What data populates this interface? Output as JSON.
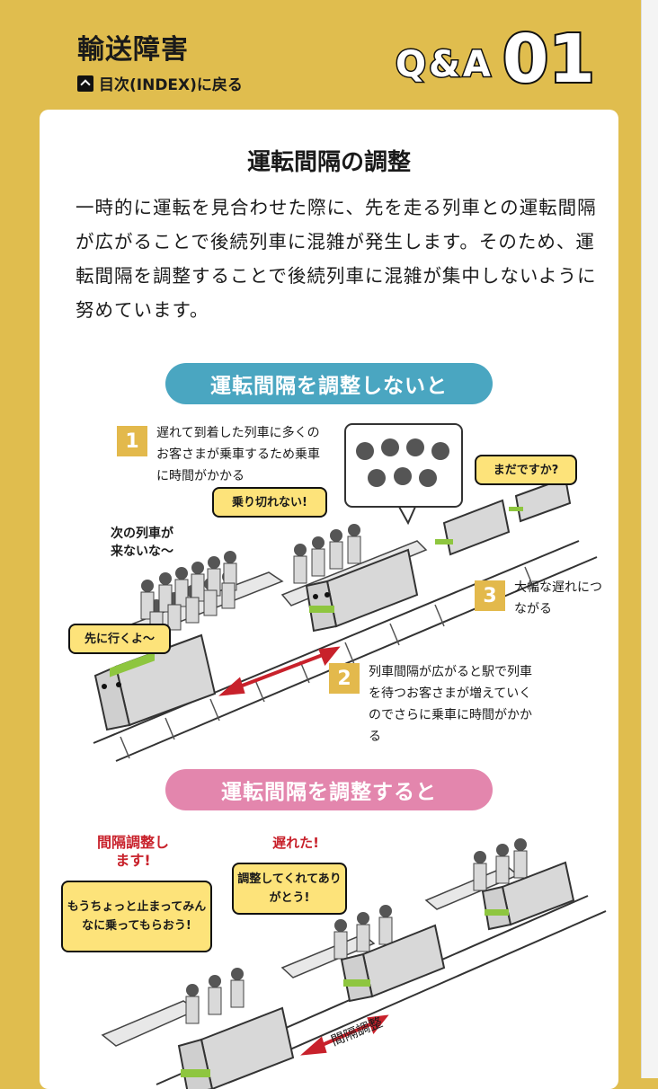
{
  "header": {
    "title": "輸送障害",
    "back_link": "目次(INDEX)に戻る",
    "qa_label": "Q&A",
    "qa_number": "01"
  },
  "section": {
    "title": "運転間隔の調整",
    "lead": "一時的に運転を見合わせた際に、先を走る列車との運転間隔が広がることで後続列車に混雑が発生します。そのため、運転間隔を調整することで後続列車に混雑が集中しないように努めています。"
  },
  "without": {
    "heading": "運転間隔を調整しないと",
    "steps": [
      {
        "num": "1",
        "text": "遅れて到着した列車に多くのお客さまが乗車するため乗車に時間がかかる"
      },
      {
        "num": "2",
        "text": "列車間隔が広がると駅で列車を待つお客さまが増えていくのでさらに乗車に時間がかかる"
      },
      {
        "num": "3",
        "text": "大幅な遅れにつながる"
      }
    ],
    "bubbles": {
      "cant_board": "乗り切れない!",
      "next_train": "次の列車が来ないな〜",
      "go_ahead": "先に行くよ〜",
      "not_yet": "まだですか?"
    }
  },
  "with": {
    "heading": "運転間隔を調整すると",
    "bubbles": {
      "announce": "間隔調整します!",
      "wait": "もうちょっと止まってみんなに乗ってもらおう!",
      "late": "遅れた!",
      "thanks": "調整してくれてありがとう!"
    },
    "arrow_label": "間隔調整"
  },
  "colors": {
    "background": "#e0bd4e",
    "card": "#ffffff",
    "pill_blue": "#4aa6c1",
    "pill_pink": "#e386ad",
    "train_green": "#8ec63f",
    "arrow_red": "#c8212b",
    "bubble_yellow": "#fde37a"
  }
}
